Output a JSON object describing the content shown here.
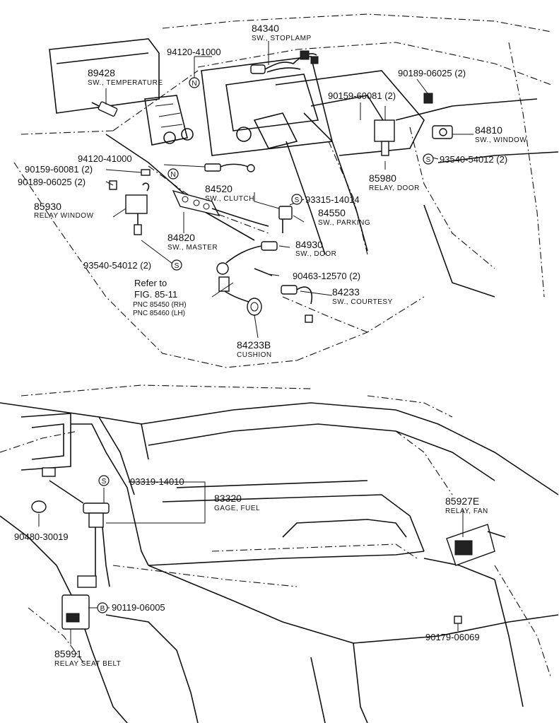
{
  "labels": {
    "p84340": {
      "num": "84340",
      "name": "SW., STOPLAMP"
    },
    "p94120a": {
      "num": "94120-41000"
    },
    "p89428": {
      "num": "89428",
      "name": "SW., TEMPERATURE"
    },
    "p90189a": {
      "num": "90189-06025 (2)"
    },
    "p90159a": {
      "num": "90159-60081 (2)"
    },
    "p84810": {
      "num": "84810",
      "name": "SW., WINDOW"
    },
    "p93540a": {
      "num": "93540-54012 (2)"
    },
    "p94120b": {
      "num": "94120-41000"
    },
    "p90159b": {
      "num": "90159-60081 (2)"
    },
    "p90189b": {
      "num": "90189-06025 (2)"
    },
    "p85980": {
      "num": "85980",
      "name": "RELAY, DOOR"
    },
    "p84520": {
      "num": "84520",
      "name": "SW., CLUTCH"
    },
    "p93315": {
      "num": "93315-14014"
    },
    "p84550": {
      "num": "84550",
      "name": "SW., PARKING"
    },
    "p85930": {
      "num": "85930",
      "name": "RELAY WINDOW"
    },
    "p84820": {
      "num": "84820",
      "name": "SW., MASTER"
    },
    "p84930": {
      "num": "84930",
      "name": "SW., DOOR"
    },
    "p93540b": {
      "num": "93540-54012 (2)"
    },
    "p90463": {
      "num": "90463-12570 (2)"
    },
    "p84233": {
      "num": "84233",
      "name": "SW., COURTESY"
    },
    "p84233b": {
      "num": "84233B",
      "name": "CUSHION"
    },
    "refer": {
      "line1": "Refer to",
      "line2": "FIG. 85-11",
      "line3": "PNC 85450 (RH)",
      "line4": "PNC 85460 (LH)"
    },
    "p93319": {
      "num": "93319-14010"
    },
    "p83320": {
      "num": "83320",
      "name": "GAGE, FUEL"
    },
    "p90480": {
      "num": "90480-30019"
    },
    "p85927e": {
      "num": "85927E",
      "name": "RELAY, FAN"
    },
    "p90119": {
      "num": "90119-06005"
    },
    "p90179": {
      "num": "90179-06069"
    },
    "p85991": {
      "num": "85991",
      "name": "RELAY SEAT BELT"
    }
  },
  "symbols": {
    "n": "N",
    "s": "S",
    "b": "B"
  }
}
